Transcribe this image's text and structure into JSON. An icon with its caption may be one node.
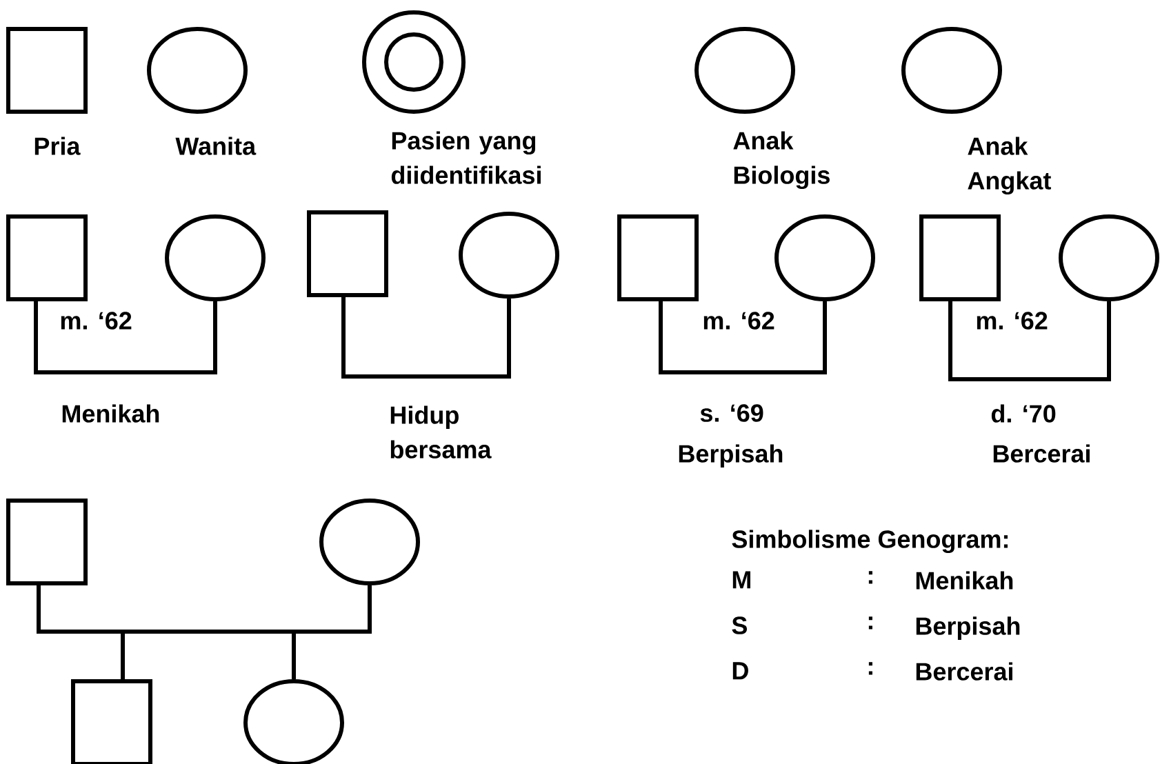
{
  "diagram": {
    "nodes": [
      {
        "text": [
          "Pria"
        ]
      },
      {
        "text": [
          "Wanita"
        ]
      },
      {
        "text": [
          "Pasien yang diidentifikasi"
        ]
      },
      {
        "text": [
          "Anak Biologis"
        ]
      },
      {
        "text": [
          "Anak Angkat"
        ]
      },
      {
        "text": [],
        "shape": "box"
      },
      {
        "text": [],
        "shape": "circle"
      },
      {
        "text": [],
        "shape": "box"
      },
      {
        "text": [],
        "shape": "circle"
      },
      {
        "text": [],
        "shape": "box"
      },
      {
        "text": [],
        "shape": "circle"
      },
      {
        "text": [],
        "shape": "box"
      },
      {
        "text": [],
        "shape": "circle"
      },
      {
        "text": [],
        "shape": "box"
      },
      {
        "text": [],
        "shape": "circle"
      },
      {
        "text": [],
        "shape": "box"
      },
      {
        "text": [],
        "shape": "circle"
      }
    ],
    "edges": [
      {
        "from": 5,
        "to": 6,
        "arrow": "none",
        "label": "m. ‘62"
      },
      {
        "from": 7,
        "to": 8,
        "arrow": "none"
      },
      {
        "from": 9,
        "to": 10,
        "arrow": "none",
        "label": "m. ‘62"
      },
      {
        "from": 11,
        "to": 12,
        "arrow": "none",
        "label": "m. ‘62"
      },
      {
        "from": 13,
        "to": 14,
        "arrow": "none"
      },
      {
        "from": 13,
        "to": 15,
        "arrow": "none"
      },
      {
        "from": 14,
        "to": 15,
        "arrow": "none"
      },
      {
        "from": 13,
        "to": 16,
        "arrow": "none"
      },
      {
        "from": 14,
        "to": 16,
        "arrow": "none"
      }
    ],
    "labels": [
      "Menikah",
      "Hidup bersama",
      "s. ‘69",
      "Berpisah",
      "d. ‘70",
      "Bercerai",
      "Simbolisme Genogram:",
      "M",
      ":",
      "Menikah",
      "S",
      ":",
      "Berpisah",
      "D",
      ":",
      "Bercerai"
    ]
  }
}
